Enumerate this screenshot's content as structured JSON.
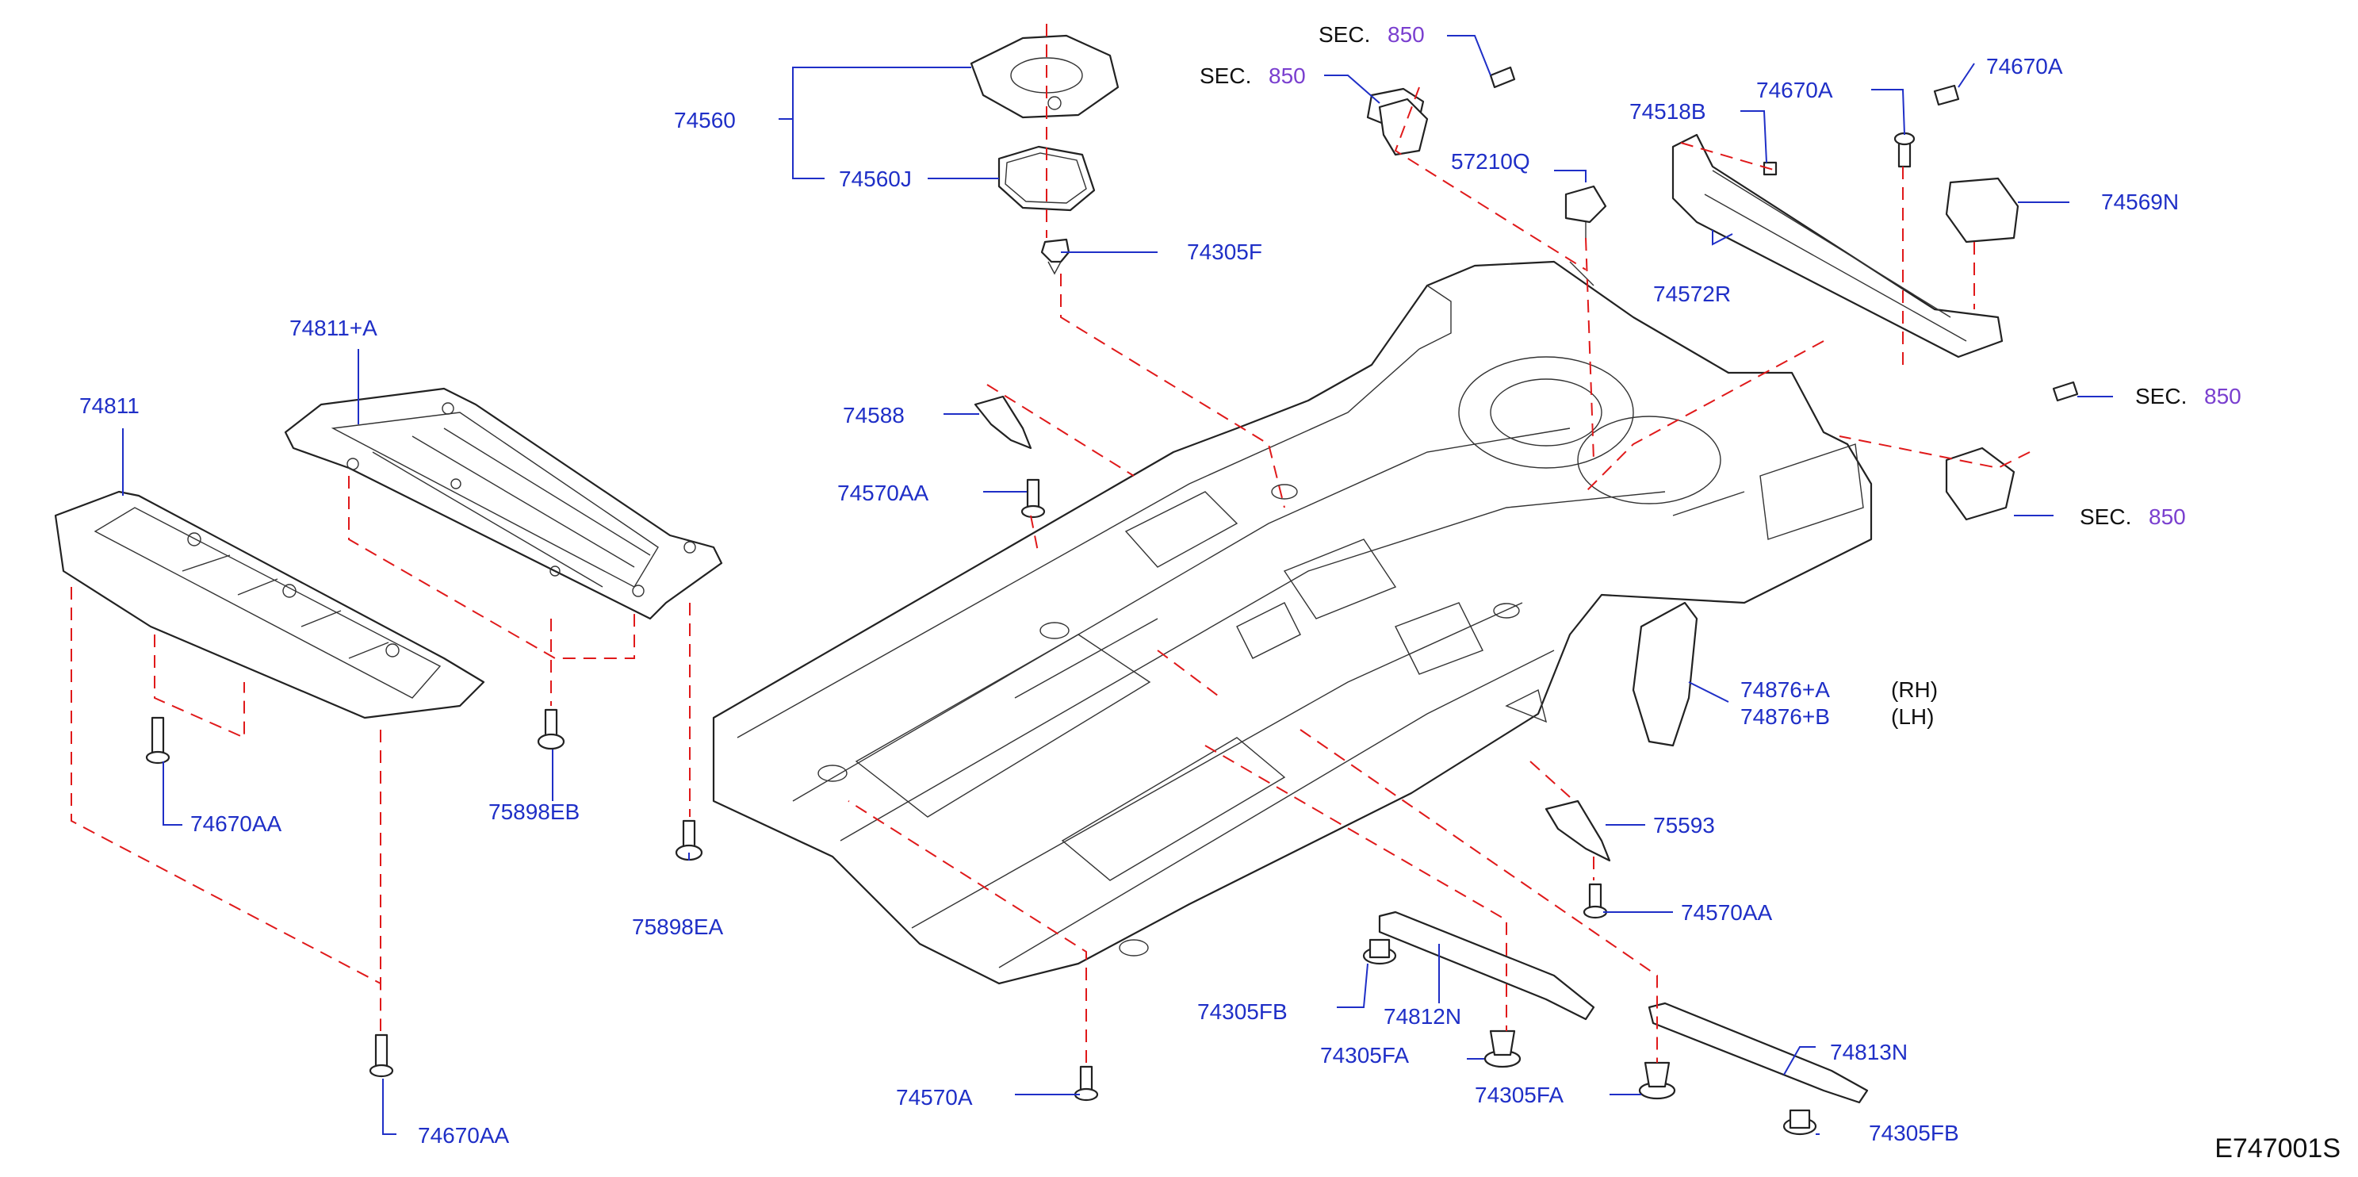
{
  "labels": {
    "p74560": "74560",
    "p74560J": "74560J",
    "p74305F": "74305F",
    "p74811A": "74811+A",
    "p74811": "74811",
    "p74588": "74588",
    "p74570AA_top": "74570AA",
    "p74670AA_left": "74670AA",
    "p75898EB": "75898EB",
    "p75898EA": "75898EA",
    "p74670AA_bottom": "74670AA",
    "p74570A": "74570A",
    "p74305FB_mid": "74305FB",
    "p74812N": "74812N",
    "p74305FA_left": "74305FA",
    "p74305FA_right": "74305FA",
    "p74813N": "74813N",
    "p74305FB_bottom": "74305FB",
    "p75593": "75593",
    "p74570AA_right": "74570AA",
    "p74876A": "74876+A",
    "p74876B": "74876+B",
    "rh": "(RH)",
    "lh": "(LH)",
    "p57210Q": "57210Q",
    "p74518B": "74518B",
    "p74670A_1": "74670A",
    "p74670A_2": "74670A",
    "p74569N": "74569N",
    "p74572R": "74572R",
    "sec1_word": "SEC.",
    "sec1_num": "850",
    "sec2_word": "SEC.",
    "sec2_num": "850",
    "sec3_word": "SEC.",
    "sec3_num": "850",
    "sec4_word": "SEC.",
    "sec4_num": "850"
  },
  "diagram_id": "E747001S",
  "colors": {
    "part_number": "#1f2fc7",
    "section_number": "#7a3fcf",
    "hidden_line": "#e0191a",
    "outline": "#222222"
  }
}
